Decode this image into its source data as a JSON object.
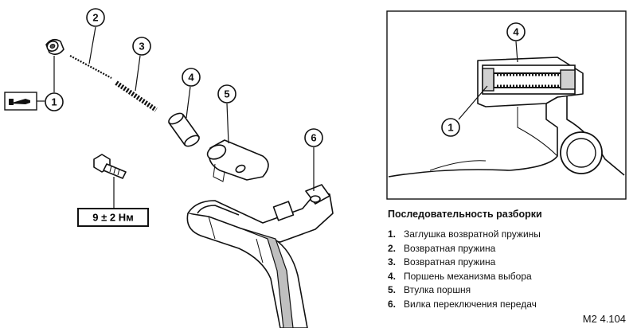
{
  "callouts": {
    "c1": "1",
    "c2": "2",
    "c3": "3",
    "c4": "4",
    "c5": "5",
    "c6": "6",
    "inset_c1": "1",
    "inset_c4": "4"
  },
  "torque_label": "9 ± 2 Нм",
  "legend": {
    "title": "Последовательность разборки",
    "items": [
      {
        "num": "1.",
        "text": "Заглушка возвратной пружины"
      },
      {
        "num": "2.",
        "text": "Возвратная пружина"
      },
      {
        "num": "3.",
        "text": "Возвратная пружина"
      },
      {
        "num": "4.",
        "text": "Поршень механизма выбора"
      },
      {
        "num": "5.",
        "text": "Втулка поршня"
      },
      {
        "num": "6.",
        "text": "Вилка переключения передач"
      }
    ]
  },
  "figure_code": "M2 4.104"
}
